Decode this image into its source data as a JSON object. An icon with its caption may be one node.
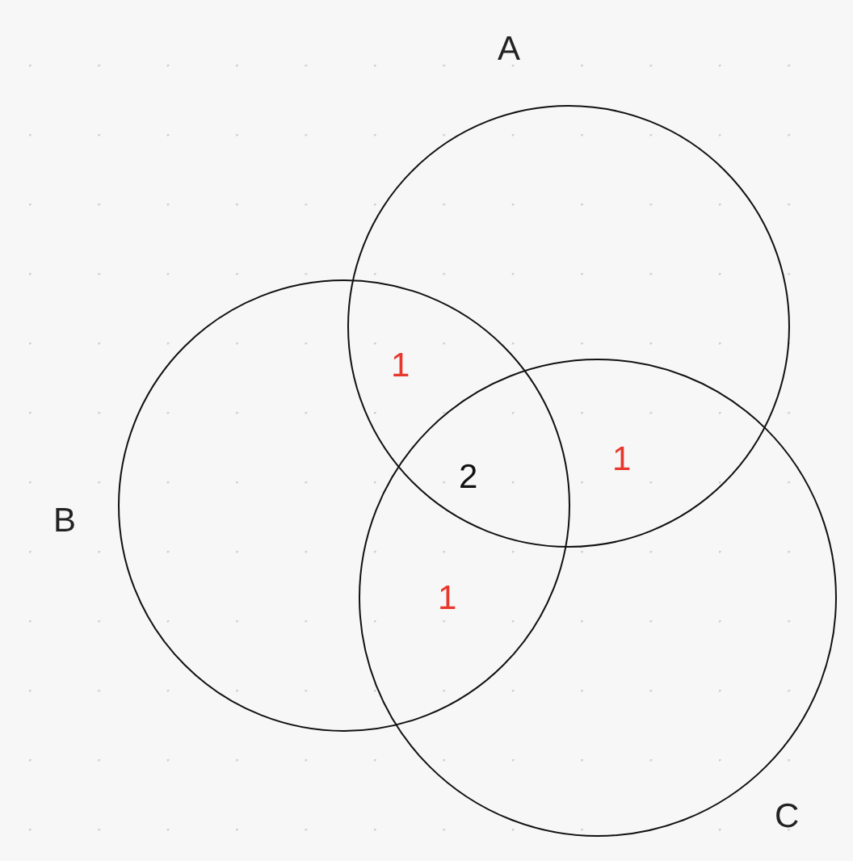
{
  "diagram": {
    "nodes": [
      {
        "text": [
          "A"
        ]
      },
      {
        "text": [
          "B"
        ]
      },
      {
        "text": [
          "C"
        ]
      }
    ],
    "labels": [
      "1",
      "2",
      "1",
      "1"
    ]
  }
}
